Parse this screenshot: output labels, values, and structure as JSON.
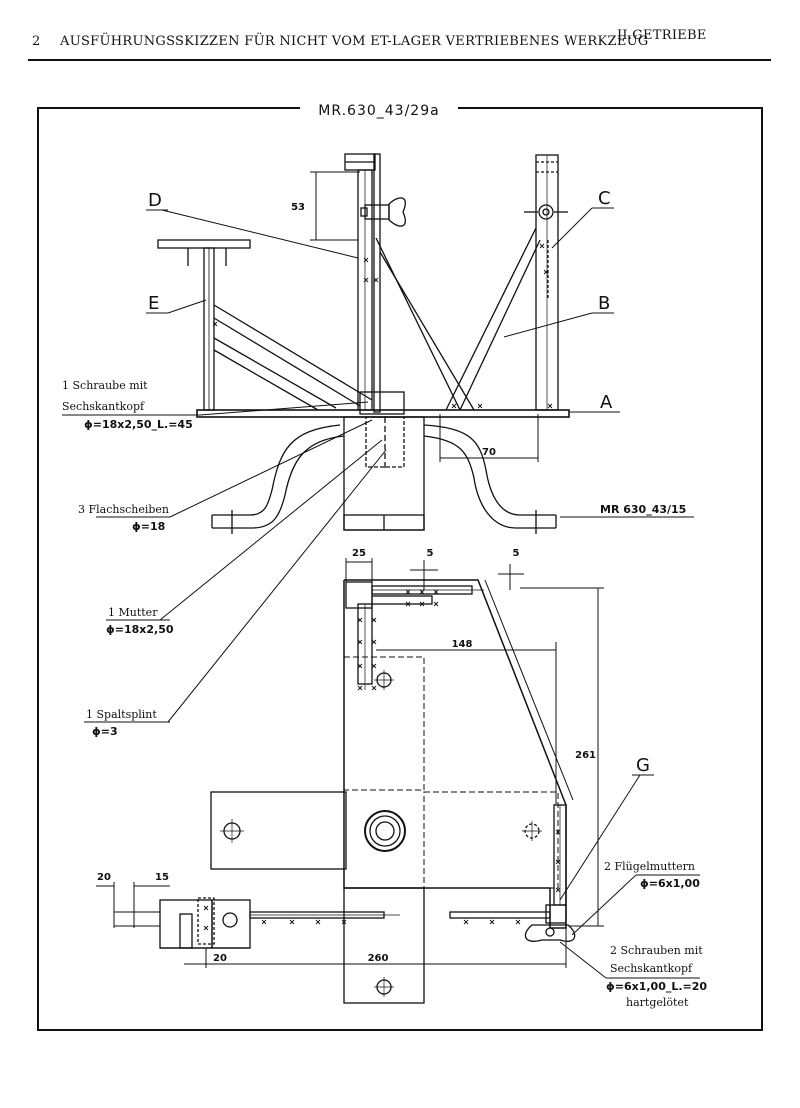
{
  "header": {
    "page_number": "2",
    "title": "AUSFÜHRUNGSSKIZZEN FÜR NICHT VOM ET-LAGER VERTRIEBENES WERKZEUG",
    "section": "II.GETRIEBE"
  },
  "drawing": {
    "title": "MR.630_43/29a",
    "letters": {
      "a": "A",
      "b": "B",
      "c": "C",
      "d": "D",
      "e": "E",
      "g": "G"
    },
    "dimensions": {
      "d53": "53",
      "d70": "70",
      "d25": "25",
      "d5a": "5",
      "d5b": "5",
      "d148": "148",
      "d261": "261",
      "d20a": "20",
      "d15": "15",
      "d20b": "20",
      "d260": "260"
    },
    "callouts": {
      "screw_line1": "1 Schraube mit",
      "screw_line2": "Sechskantkopf",
      "screw_spec": "ϕ=18x2,50_L.=45",
      "washers": "3 Flachscheiben",
      "washers_spec": "ϕ=18",
      "nut": "1 Mutter",
      "nut_spec": "ϕ=18x2,50",
      "pin": "1 Spaltsplint",
      "pin_spec": "ϕ=3",
      "ref_part": "MR 630_43/15",
      "wingnuts": "2 Flügelmuttern",
      "wingnuts_spec": "ϕ=6x1,00",
      "screws2_line1": "2 Schrauben mit",
      "screws2_line2": "Sechskantkopf",
      "screws2_spec": "ϕ=6x1,00_L.=20",
      "screws2_note": "hartgelötet"
    }
  }
}
